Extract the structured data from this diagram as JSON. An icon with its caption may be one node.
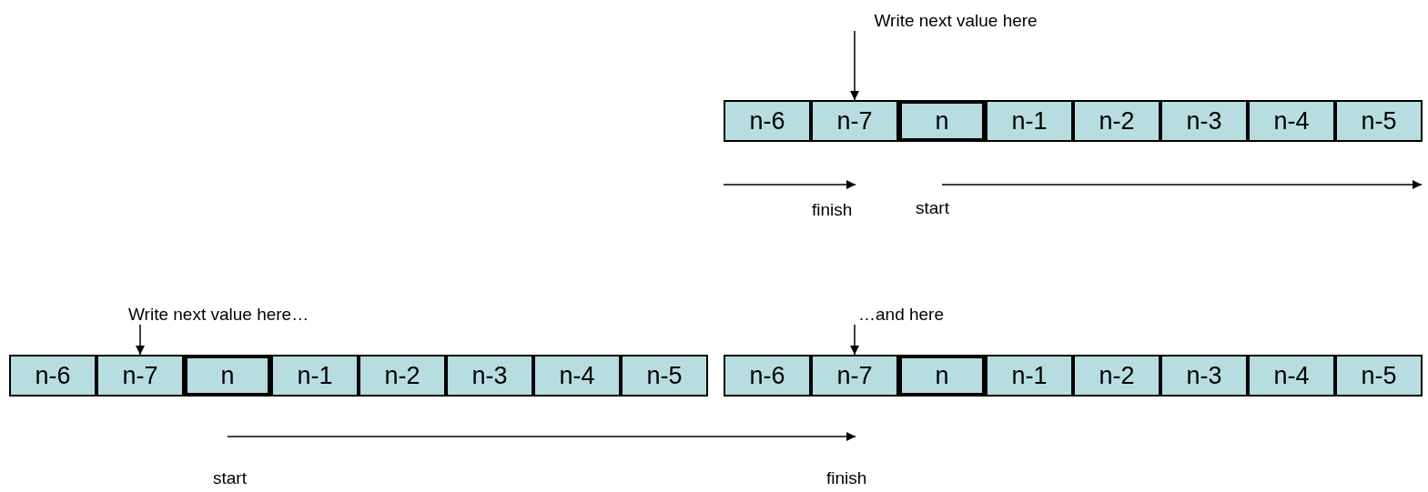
{
  "diagram": {
    "nodes": [
      {
        "text": [
          "Write next value here"
        ]
      },
      {
        "text": [
          "n-6"
        ]
      },
      {
        "text": [
          "n-7"
        ]
      },
      {
        "text": [
          "n"
        ]
      },
      {
        "text": [
          "n-1"
        ]
      },
      {
        "text": [
          "n-2"
        ]
      },
      {
        "text": [
          "n-3"
        ]
      },
      {
        "text": [
          "n-4"
        ]
      },
      {
        "text": [
          "n-5"
        ]
      },
      {
        "text": [
          "Write next value here…"
        ]
      },
      {
        "text": [
          "…and here"
        ]
      },
      {
        "text": [
          "n-6"
        ]
      },
      {
        "text": [
          "n-7"
        ]
      },
      {
        "text": [
          "n"
        ]
      },
      {
        "text": [
          "n-1"
        ]
      },
      {
        "text": [
          "n-2"
        ]
      },
      {
        "text": [
          "n-3"
        ]
      },
      {
        "text": [
          "n-4"
        ]
      },
      {
        "text": [
          "n-5"
        ]
      },
      {
        "text": [
          "n-6"
        ]
      },
      {
        "text": [
          "n-7"
        ]
      },
      {
        "text": [
          "n"
        ]
      },
      {
        "text": [
          "n-1"
        ]
      },
      {
        "text": [
          "n-2"
        ]
      },
      {
        "text": [
          "n-3"
        ]
      },
      {
        "text": [
          "n-4"
        ]
      },
      {
        "text": [
          "n-5"
        ]
      }
    ],
    "edges": [
      {
        "from": 0,
        "to": 2,
        "arrow": "to"
      },
      {
        "from": 9,
        "to": 12,
        "arrow": "to"
      },
      {
        "from": 10,
        "to": 20,
        "arrow": "to"
      }
    ],
    "labels": [
      "finish",
      "start",
      "start",
      "finish"
    ]
  }
}
